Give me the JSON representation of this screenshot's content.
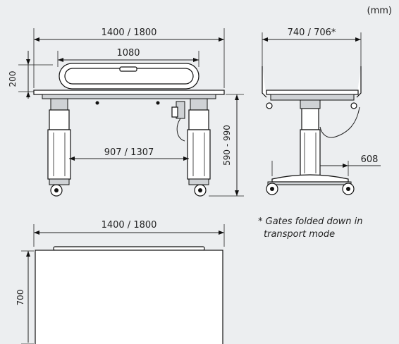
{
  "units": "(mm)",
  "note": {
    "line1": "* Gates folded down in",
    "line2": "transport mode"
  },
  "front_view": {
    "overall_width": "1400 / 1800",
    "rail_length": "1080",
    "rail_height": "200",
    "leg_spacing": "907 / 1307",
    "height_range": "590 - 990"
  },
  "side_view": {
    "width": "740 / 706*",
    "base_width": "608"
  },
  "top_view": {
    "length": "1400 / 1800",
    "depth": "700"
  }
}
